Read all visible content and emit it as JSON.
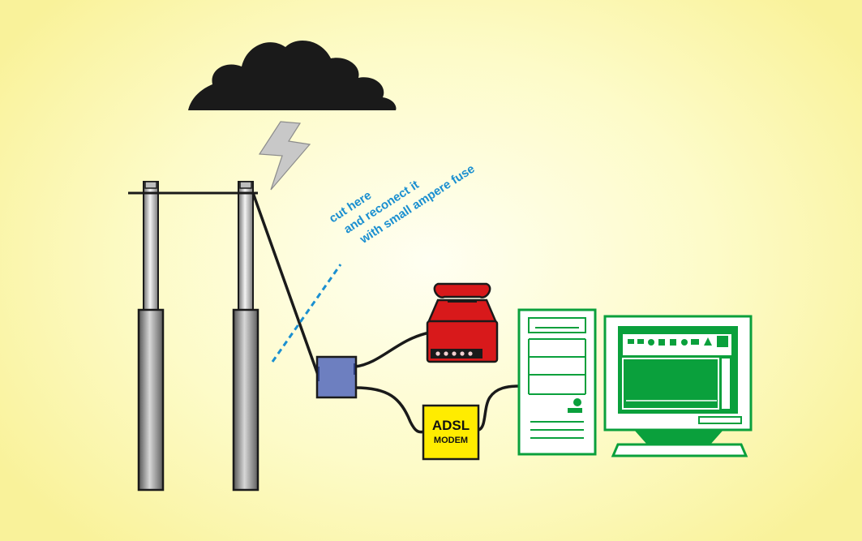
{
  "annotation": {
    "lines": [
      "cut here",
      "and reconect it",
      "with small ampere fuse"
    ]
  },
  "modem": {
    "line1": "ADSL",
    "line2": "MODEM"
  },
  "colors": {
    "annotation": "#1a8fd0",
    "phone": "#d8191b",
    "modem": "#ffec00",
    "splitter": "#6d7fc0",
    "computer": "#0aa03c",
    "cloud": "#1a1a1a",
    "lightning": "#c8c8c8"
  },
  "icons": [
    "cloud-icon",
    "lightning-icon",
    "telephone-icon",
    "computer-tower-icon",
    "monitor-icon"
  ]
}
